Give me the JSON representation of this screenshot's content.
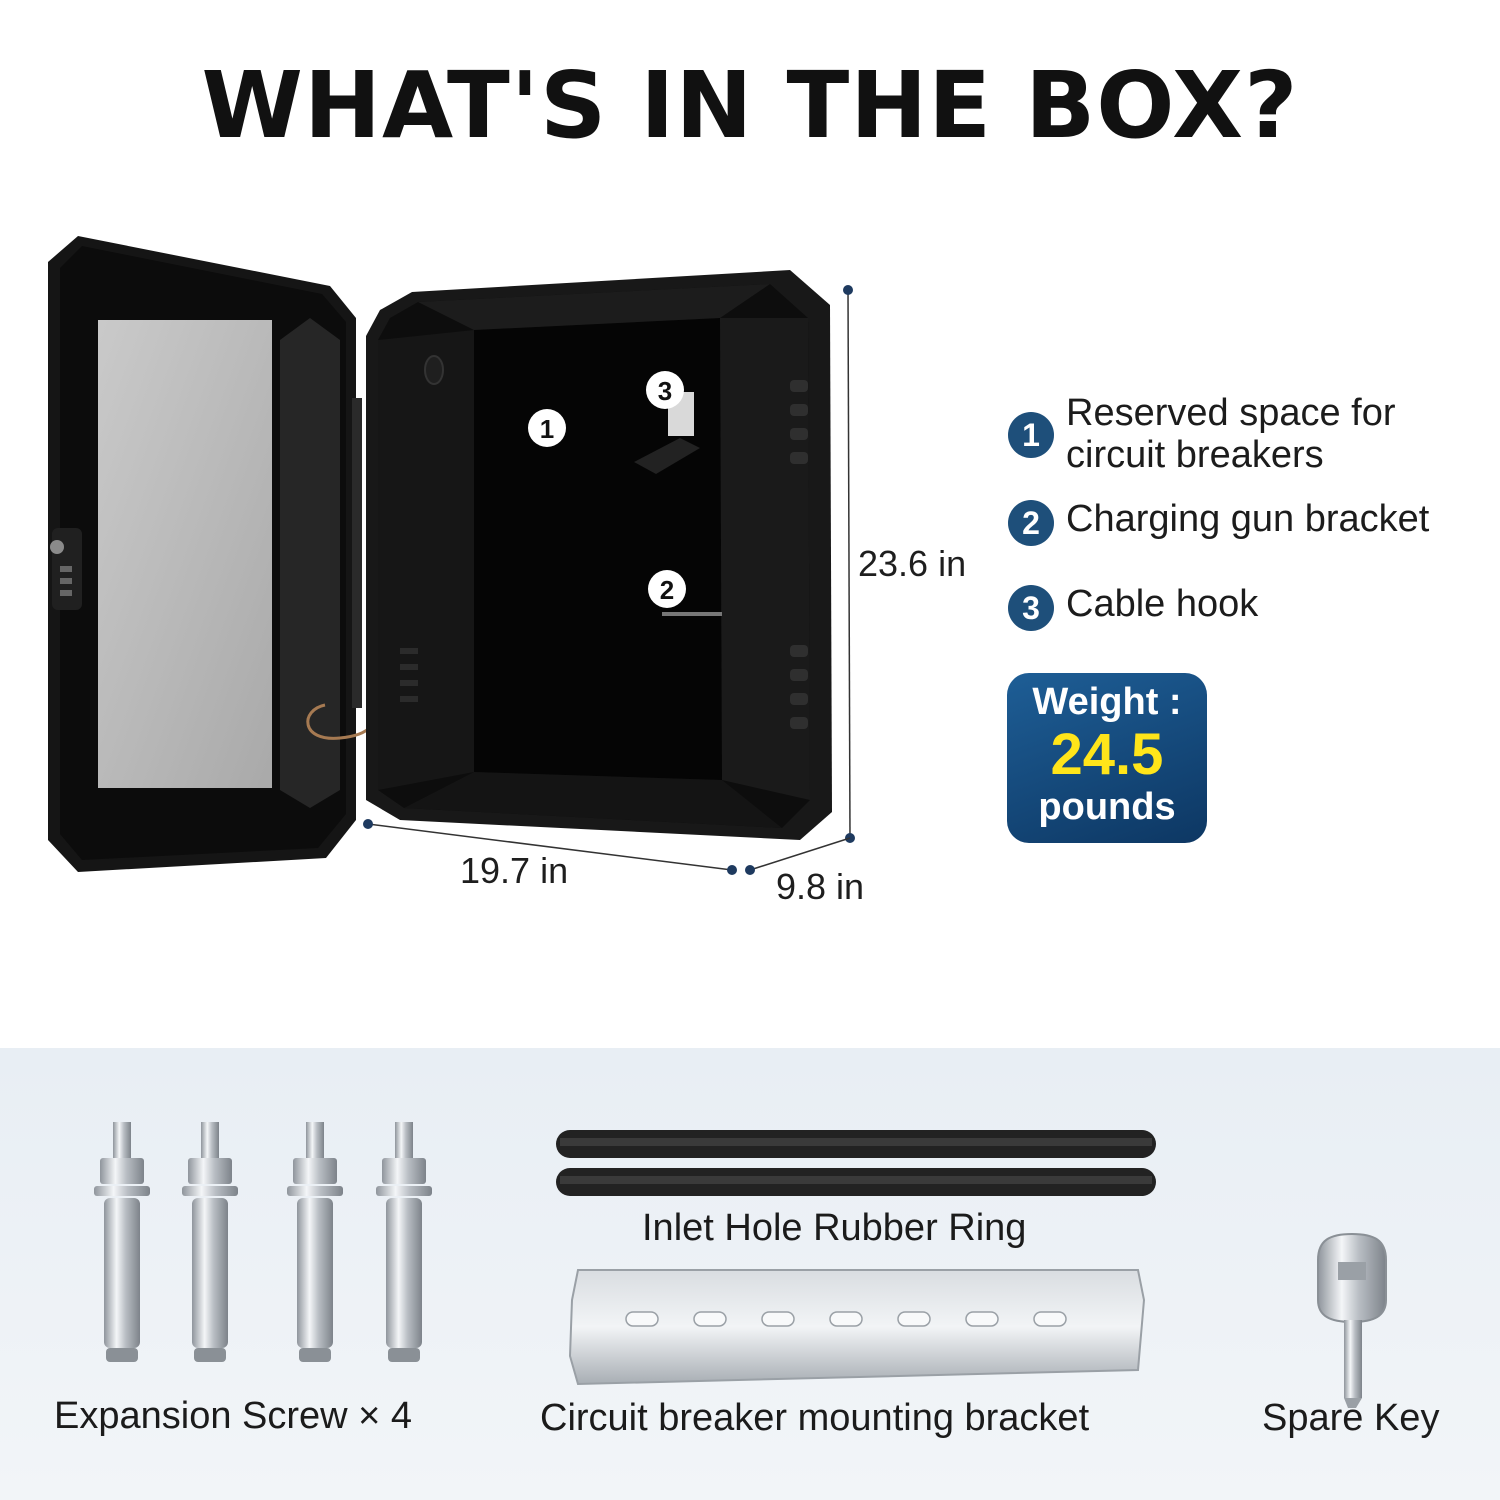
{
  "title": "WHAT'S IN THE BOX?",
  "dimensions": {
    "height": "23.6 in",
    "width": "19.7 in",
    "depth": "9.8 in"
  },
  "callouts": [
    "1",
    "2",
    "3"
  ],
  "legend": [
    {
      "num": "1",
      "text": "Reserved space for circuit breakers"
    },
    {
      "num": "2",
      "text": "Charging gun bracket"
    },
    {
      "num": "3",
      "text": "Cable hook"
    }
  ],
  "weight": {
    "label": "Weight :",
    "value": "24.5",
    "unit": "pounds"
  },
  "accessories": {
    "screws": "Expansion Screw × 4",
    "rubber_ring": "Inlet Hole Rubber Ring",
    "bracket": "Circuit breaker mounting bracket",
    "key": "Spare Key"
  },
  "colors": {
    "accent": "#1e4f7a",
    "weight_value": "#ffe51a",
    "cabinet": "#111111",
    "accessory_bg": "#e8eef4"
  }
}
